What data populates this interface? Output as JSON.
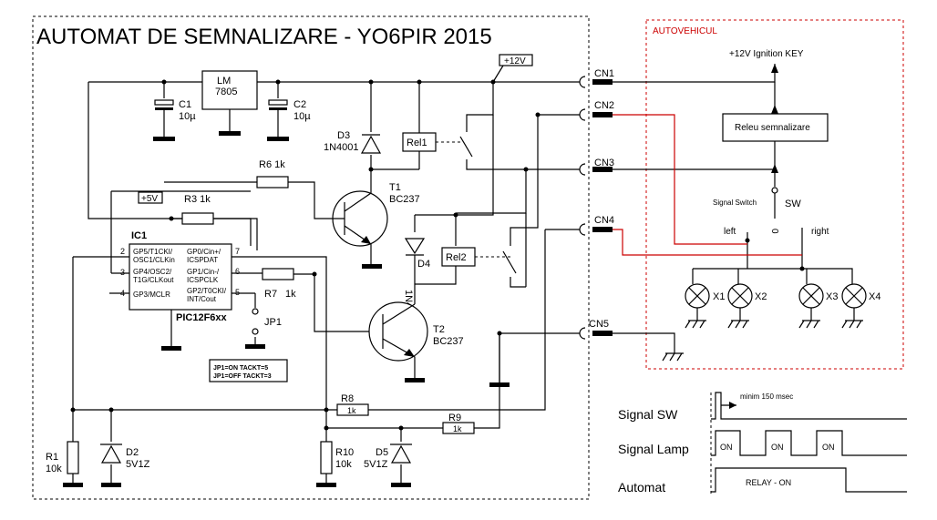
{
  "title": "AUTOMAT DE SEMNALIZARE - YO6PIR 2015",
  "vehicle_label": "AUTOVEHICUL",
  "regulator": {
    "name": "LM",
    "part": "7805"
  },
  "capacitors": [
    {
      "ref": "C1",
      "value": "10µ"
    },
    {
      "ref": "C2",
      "value": "10µ"
    }
  ],
  "diodes": [
    {
      "ref": "D3",
      "part": "1N4001"
    },
    {
      "ref": "D4",
      "part": "1N4001"
    },
    {
      "ref": "D2",
      "part": "5V1Z"
    },
    {
      "ref": "D5",
      "part": "5V1Z"
    }
  ],
  "transistors": [
    {
      "ref": "T1",
      "part": "BC237"
    },
    {
      "ref": "T2",
      "part": "BC237"
    }
  ],
  "resistors": [
    {
      "ref": "R6",
      "value": "1k"
    },
    {
      "ref": "R3",
      "value": "1k"
    },
    {
      "ref": "R7",
      "value": "1k"
    },
    {
      "ref": "R8",
      "value": "1k"
    },
    {
      "ref": "R9",
      "value": "1k"
    },
    {
      "ref": "R1",
      "value": "10k"
    },
    {
      "ref": "R10",
      "value": "10k"
    }
  ],
  "relays": [
    {
      "ref": "Rel1"
    },
    {
      "ref": "Rel2"
    }
  ],
  "rails": {
    "v12": "+12V",
    "v5": "+5V"
  },
  "ic": {
    "ref": "IC1",
    "part": "PIC12F6xx",
    "pins": [
      {
        "num": "2",
        "label": "GP5/T1CKI/",
        "label2": "OSC1/CLKin"
      },
      {
        "num": "3",
        "label": "GP4/OSC2/",
        "label2": "T1G/CLKout"
      },
      {
        "num": "4",
        "label": "GP3/MCLR",
        "label2": ""
      },
      {
        "num": "7",
        "label": "GP0/Cin+/",
        "label2": "ICSPDAT"
      },
      {
        "num": "6",
        "label": "GP1/Cin-/",
        "label2": "ICSPCLK"
      },
      {
        "num": "5",
        "label": "GP2/T0CKI/",
        "label2": "INT/Cout"
      }
    ]
  },
  "jumper": {
    "ref": "JP1",
    "note1": "JP1=ON  TACKT=5",
    "note2": "JP1=OFF TACKT=3"
  },
  "connectors": [
    "CN1",
    "CN2",
    "CN3",
    "CN4",
    "CN5"
  ],
  "vehicle": {
    "ignition": "+12V Ignition KEY",
    "relay": "Releu semnalizare",
    "switch_label": "Signal Switch",
    "sw": "SW",
    "left": "left",
    "zero": "0",
    "right": "right",
    "lamps": [
      "X1",
      "X2",
      "X3",
      "X4"
    ]
  },
  "timing": {
    "rows": [
      "Signal SW",
      "Signal Lamp",
      "Automat"
    ],
    "pulse_note": "minim 150 msec",
    "on": [
      "ON",
      "ON",
      "ON"
    ],
    "relay_on": "RELAY - ON"
  }
}
